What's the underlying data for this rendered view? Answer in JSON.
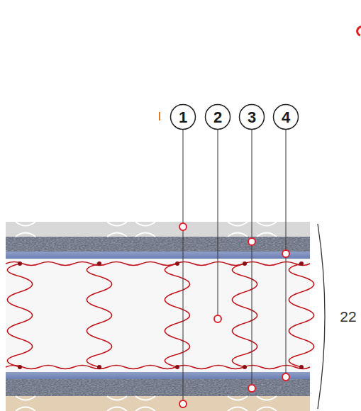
{
  "diagram": {
    "labels": [
      "1",
      "2",
      "3",
      "4",
      "22"
    ]
  }
}
